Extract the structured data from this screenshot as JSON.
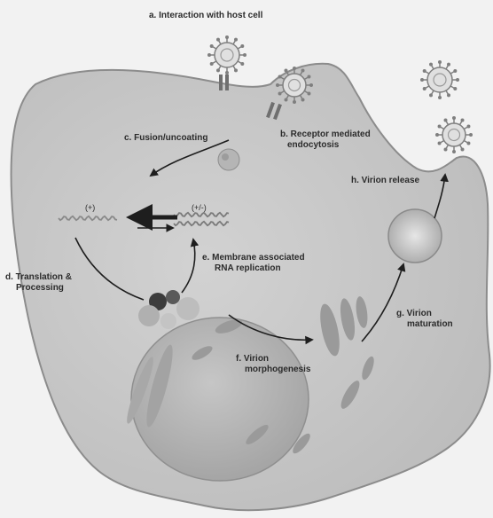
{
  "figure": {
    "title": "a. Interaction with host cell",
    "steps": {
      "b": "b. Receptor mediated\nendocytosis",
      "c": "c. Fusion/uncoating",
      "d": "d. Translation &\nProcessing",
      "e": "e. Membrane associated\nRNA replication",
      "f": "f. Virion\nmorphogenesis",
      "g": "g. Virion\nmaturation",
      "h": "h. Virion release"
    },
    "strand_plus": "(+)",
    "strand_pm": "(+/-)"
  },
  "colors": {
    "background": "#f2f2f2",
    "cell": "#c9c9c9",
    "cell_outline": "#8c8c8c",
    "nucleus": "#b3b3b3",
    "organelle": "#9a9a9a",
    "arrow": "#1e1e1e",
    "virion": "#7f7f7f"
  }
}
